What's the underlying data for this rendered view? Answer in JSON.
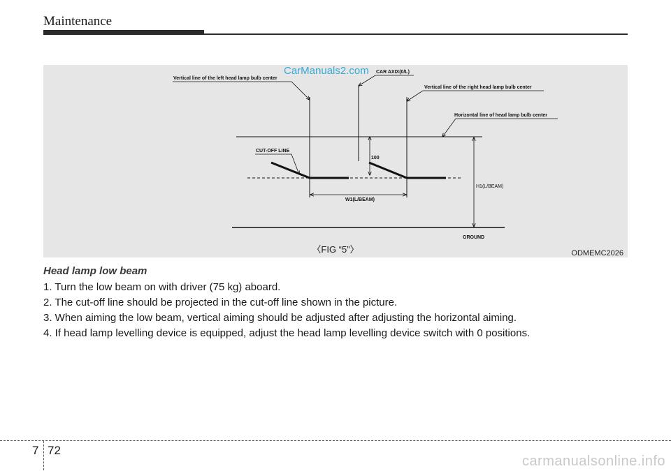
{
  "header": {
    "title": "Maintenance"
  },
  "figure": {
    "watermark": "CarManuals2.com",
    "labels": {
      "left_vertical": "Vertical line of the left head lamp bulb center",
      "car_axis": "CAR AXIX(0/L)",
      "right_vertical": "Vertical line of the right head lamp bulb center",
      "horizontal": "Horizontal line of head lamp bulb center",
      "cutoff": "CUT-OFF LINE",
      "dim_100": "100",
      "h1": "H1(L/BEAM)",
      "w1": "W1(L/BEAM)",
      "ground": "GROUND"
    },
    "caption": "〈FIG “5”〉",
    "code": "ODMEMC2026"
  },
  "section": {
    "title": "Head lamp low beam",
    "steps": [
      "1. Turn the low beam on with driver (75 kg) aboard.",
      "2. The cut-off line should be projected in the cut-off line shown in the picture.",
      "3. When aiming the low beam, vertical aiming should be adjusted after adjusting the horizontal aiming.",
      "4. If head lamp levelling device is equipped, adjust the head lamp levelling device switch with 0 positions."
    ]
  },
  "footer": {
    "chapter": "7",
    "page": "72",
    "site": "carmanualsonline.info"
  }
}
